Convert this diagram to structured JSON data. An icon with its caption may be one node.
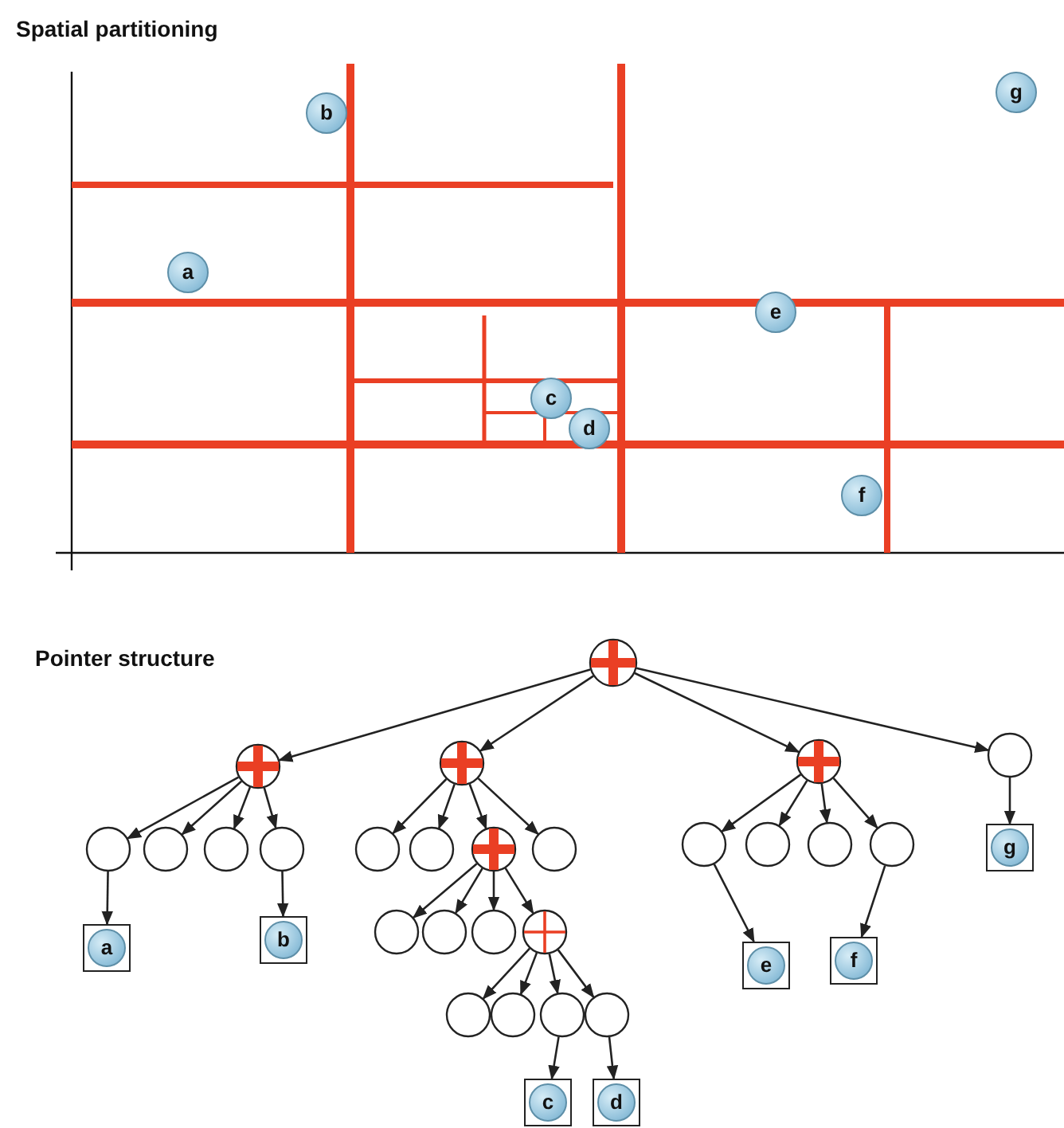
{
  "diagram": {
    "nodes": [
      {
        "text": [
          "b"
        ]
      },
      {
        "text": [
          "g"
        ]
      },
      {
        "text": [
          "a"
        ]
      },
      {
        "text": [
          "e"
        ]
      },
      {
        "text": [
          "c"
        ]
      },
      {
        "text": [
          "d"
        ]
      },
      {
        "text": [
          "f"
        ]
      },
      {
        "text": [],
        "shape": "circle"
      },
      {
        "text": [],
        "shape": "circle"
      },
      {
        "text": [],
        "shape": "circle"
      },
      {
        "text": [],
        "shape": "circle"
      },
      {
        "text": [],
        "shape": "circle"
      },
      {
        "text": [],
        "shape": "circle"
      },
      {
        "text": [],
        "shape": "circle"
      },
      {
        "text": [],
        "shape": "circle"
      },
      {
        "text": [],
        "shape": "circle"
      },
      {
        "text": [],
        "shape": "circle"
      },
      {
        "text": [],
        "shape": "circle"
      },
      {
        "text": [],
        "shape": "circle"
      },
      {
        "text": [],
        "shape": "circle"
      },
      {
        "text": [],
        "shape": "circle"
      },
      {
        "text": [],
        "shape": "circle"
      },
      {
        "text": [],
        "shape": "circle"
      },
      {
        "text": [],
        "shape": "circle"
      },
      {
        "text": [
          "g"
        ]
      },
      {
        "text": [
          "a"
        ]
      },
      {
        "text": [
          "b"
        ]
      },
      {
        "text": [],
        "shape": "circle"
      },
      {
        "text": [],
        "shape": "circle"
      },
      {
        "text": [],
        "shape": "circle"
      },
      {
        "text": [],
        "shape": "circle"
      },
      {
        "text": [
          "e"
        ]
      },
      {
        "text": [
          "f"
        ]
      },
      {
        "text": [],
        "shape": "circle"
      },
      {
        "text": [],
        "shape": "circle"
      },
      {
        "text": [],
        "shape": "circle"
      },
      {
        "text": [],
        "shape": "circle"
      },
      {
        "text": [
          "c"
        ]
      },
      {
        "text": [
          "d"
        ]
      }
    ],
    "edges": [
      {
        "from": 7,
        "to": 8,
        "arrow": "to"
      },
      {
        "from": 7,
        "to": 9,
        "arrow": "to"
      },
      {
        "from": 7,
        "to": 10,
        "arrow": "to"
      },
      {
        "from": 7,
        "to": 11,
        "arrow": "to"
      },
      {
        "from": 8,
        "to": 12,
        "arrow": "to"
      },
      {
        "from": 8,
        "to": 13,
        "arrow": "to"
      },
      {
        "from": 8,
        "to": 14,
        "arrow": "to"
      },
      {
        "from": 8,
        "to": 15,
        "arrow": "to"
      },
      {
        "from": 9,
        "to": 16,
        "arrow": "to"
      },
      {
        "from": 9,
        "to": 17,
        "arrow": "to"
      },
      {
        "from": 9,
        "to": 18,
        "arrow": "to"
      },
      {
        "from": 9,
        "to": 19,
        "arrow": "to"
      },
      {
        "from": 10,
        "to": 20,
        "arrow": "to"
      },
      {
        "from": 10,
        "to": 21,
        "arrow": "to"
      },
      {
        "from": 10,
        "to": 22,
        "arrow": "to"
      },
      {
        "from": 10,
        "to": 23,
        "arrow": "to"
      },
      {
        "from": 11,
        "to": 24,
        "arrow": "to"
      },
      {
        "from": 12,
        "to": 25,
        "arrow": "to"
      },
      {
        "from": 15,
        "to": 26,
        "arrow": "to"
      },
      {
        "from": 18,
        "to": 27,
        "arrow": "to"
      },
      {
        "from": 18,
        "to": 28,
        "arrow": "to"
      },
      {
        "from": 18,
        "to": 29,
        "arrow": "to"
      },
      {
        "from": 18,
        "to": 30,
        "arrow": "to"
      },
      {
        "from": 20,
        "to": 31,
        "arrow": "to"
      },
      {
        "from": 23,
        "to": 32,
        "arrow": "to"
      },
      {
        "from": 30,
        "to": 33,
        "arrow": "to"
      },
      {
        "from": 30,
        "to": 34,
        "arrow": "to"
      },
      {
        "from": 30,
        "to": 35,
        "arrow": "to"
      },
      {
        "from": 30,
        "to": 36,
        "arrow": "to"
      },
      {
        "from": 35,
        "to": 37,
        "arrow": "to"
      },
      {
        "from": 36,
        "to": 38,
        "arrow": "to"
      }
    ],
    "labels": [
      "Spatial partitioning",
      "Pointer structure"
    ]
  }
}
